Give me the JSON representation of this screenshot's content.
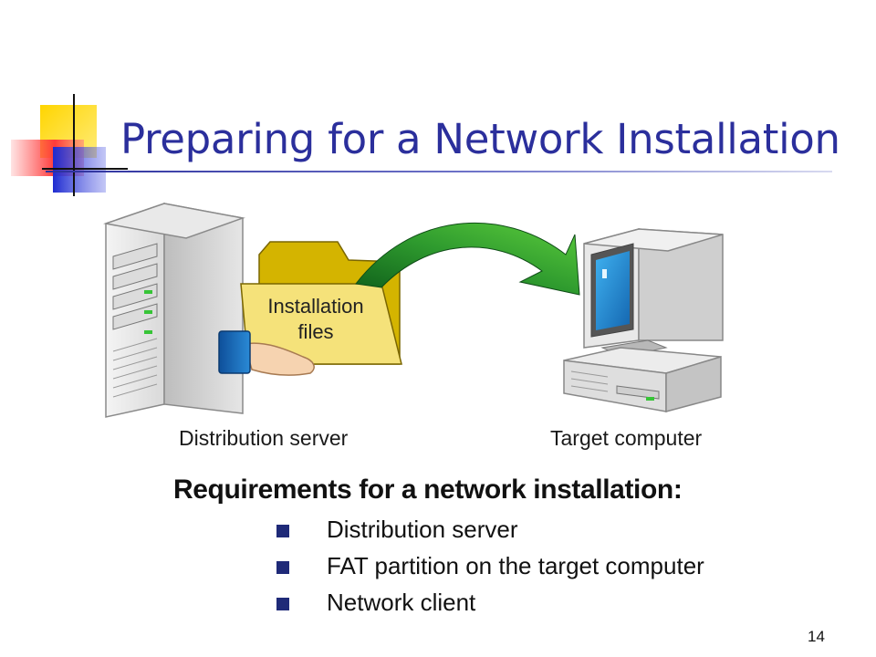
{
  "slide": {
    "title": "Preparing for a Network Installation",
    "page_number": "14"
  },
  "diagram": {
    "folder_label_line1": "Installation",
    "folder_label_line2": "files",
    "server_caption": "Distribution server",
    "target_caption": "Target computer"
  },
  "requirements": {
    "heading": "Requirements for a network installation:",
    "items": [
      "Distribution server",
      "FAT partition on the target computer",
      "Network client"
    ]
  },
  "colors": {
    "title": "#2b2f9c",
    "bullet": "#1f2a78",
    "arrow": "#2e9a2e",
    "folder": "#f5e27a",
    "screen": "#1f8fd6"
  }
}
